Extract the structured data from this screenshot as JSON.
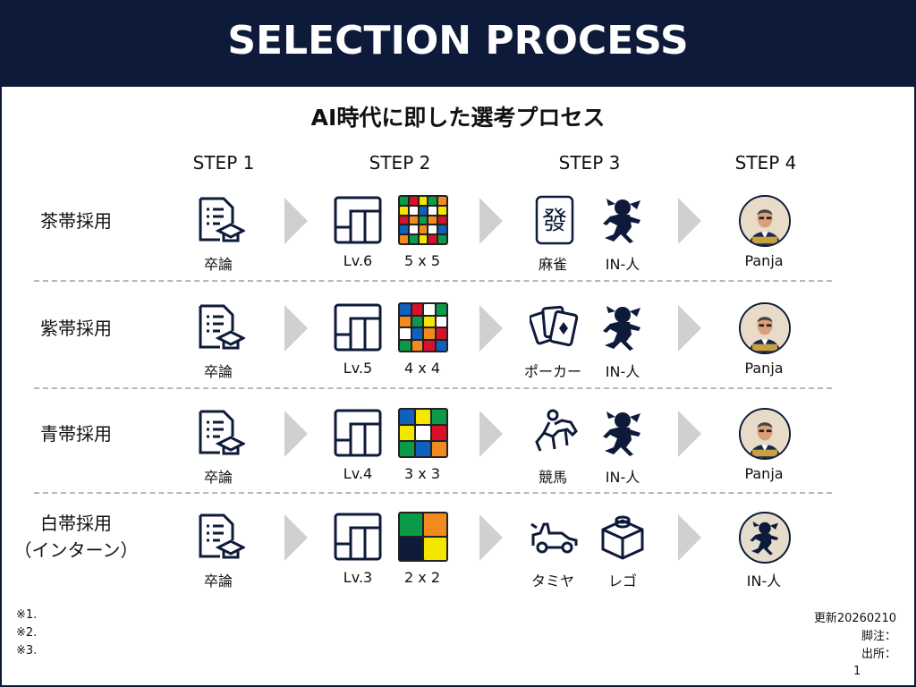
{
  "header": {
    "title": "SELECTION PROCESS"
  },
  "subtitle": "AI時代に即した選考プロセス",
  "steps": [
    "STEP 1",
    "STEP 2",
    "STEP 3",
    "STEP 4"
  ],
  "rows": [
    {
      "label": "茶帯採用",
      "s1": "卒論",
      "lv": "Lv.6",
      "cube": "5 x 5",
      "s3a": "麻雀",
      "s3b": "IN-人",
      "s4": "Panja",
      "s3a_icon": "mahjong-tile-icon",
      "s3b_icon": "in-jin-runner-icon",
      "s4_icon": "panja-avatar"
    },
    {
      "label": "紫帯採用",
      "s1": "卒論",
      "lv": "Lv.5",
      "cube": "4 x 4",
      "s3a": "ポーカー",
      "s3b": "IN-人",
      "s4": "Panja",
      "s3a_icon": "playing-cards-icon",
      "s3b_icon": "in-jin-runner-icon",
      "s4_icon": "panja-avatar"
    },
    {
      "label": "青帯採用",
      "s1": "卒論",
      "lv": "Lv.4",
      "cube": "3 x 3",
      "s3a": "競馬",
      "s3b": "IN-人",
      "s4": "Panja",
      "s3a_icon": "horse-racing-icon",
      "s3b_icon": "in-jin-runner-icon",
      "s4_icon": "panja-avatar"
    },
    {
      "label": "白帯採用",
      "label2": "（インターン）",
      "s1": "卒論",
      "lv": "Lv.3",
      "cube": "2 x 2",
      "s3a": "タミヤ",
      "s3b": "レゴ",
      "s4": "IN-人",
      "s3a_icon": "toy-car-icon",
      "s3b_icon": "lego-brick-icon",
      "s4_icon": "in-jin-runner-icon"
    }
  ],
  "cubes": [
    [
      "#0a9a4a",
      "#d8102a",
      "#f5e600",
      "#0a9a4a",
      "#f28a1e",
      "#f5e600",
      "#ffffff",
      "#1060c0",
      "#ffffff",
      "#f5e600",
      "#d8102a",
      "#f28a1e",
      "#0a9a4a",
      "#f28a1e",
      "#d8102a",
      "#1060c0",
      "#ffffff",
      "#f28a1e",
      "#ffffff",
      "#1060c0",
      "#f28a1e",
      "#0a9a4a",
      "#f5e600",
      "#d8102a",
      "#0a9a4a"
    ],
    [
      "#1060c0",
      "#d8102a",
      "#ffffff",
      "#0a9a4a",
      "#f28a1e",
      "#0a9a4a",
      "#f5e600",
      "#ffffff",
      "#ffffff",
      "#1060c0",
      "#f28a1e",
      "#d8102a",
      "#0a9a4a",
      "#f28a1e",
      "#d8102a",
      "#1060c0"
    ],
    [
      "#1060c0",
      "#f5e600",
      "#0a9a4a",
      "#f5e600",
      "#ffffff",
      "#d8102a",
      "#0a9a4a",
      "#1060c0",
      "#f28a1e"
    ],
    [
      "#0a9a4a",
      "#f28a1e",
      "#0d1a3a",
      "#f5e600"
    ]
  ],
  "footer": {
    "notes": [
      "※1.",
      "※2.",
      "※3."
    ],
    "updated": "更新20260210",
    "footnote": "脚注：",
    "source": "出所：",
    "page": "1"
  },
  "colors": {
    "navy": "#0d1a3a",
    "arrow": "#d0d0d0"
  }
}
